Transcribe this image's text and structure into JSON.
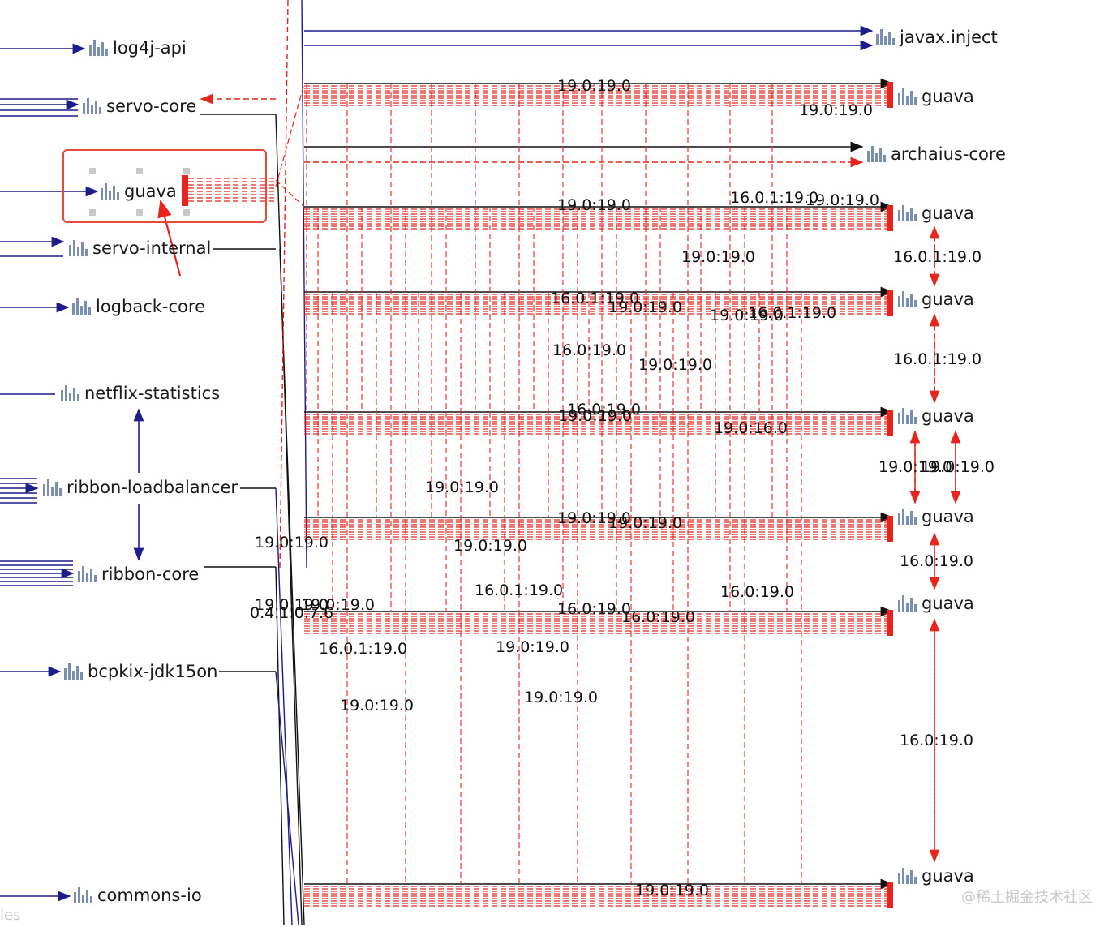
{
  "nodes": {
    "log4j_api": "log4j-api",
    "servo_core": "servo-core",
    "guava_selected": "guava",
    "servo_internal": "servo-internal",
    "logback_core": "logback-core",
    "netflix_statistics": "netflix-statistics",
    "ribbon_loadbalancer": "ribbon-loadbalancer",
    "ribbon_core": "ribbon-core",
    "bcpkix": "bcpkix-jdk15on",
    "commons_io": "commons-io",
    "javax_inject": "javax.inject",
    "guava_1": "guava",
    "archaius_core": "archaius-core",
    "guava_2": "guava",
    "guava_3": "guava",
    "guava_4": "guava",
    "guava_5": "guava",
    "guava_6": "guava",
    "guava_7": "guava"
  },
  "edge_labels": [
    "19.0:19.0",
    "19.0:19.0",
    "16.0.1:19.0",
    "19.0:19.0",
    "19.0:19.0",
    "16.0.1:19.0",
    "16.0.1:19.0",
    "19.0:19.0",
    "19.0:19.0",
    "16.0.1:19.0",
    "16.0:19.0",
    "19.0:19.0",
    "16.0.1:19.0",
    "16.0:19.0",
    "19.0:19.0",
    "19.0:16.0",
    "19.0:19.0",
    "19.0:19.0",
    "19.0:19.0",
    "19.0:19.0",
    "19.0:19.0",
    "16.0:19.0",
    "19.0:19.0",
    "19.0:19.0",
    "16.0.1:19.0",
    "16.0:19.0",
    "16.0:19.0",
    "16.0:19.0",
    "19.0:19.0",
    "19.0:19.0",
    "0.4.1:0.7.6",
    "16.0.1:19.0",
    "19.0:19.0",
    "19.0:19.0",
    "19.0:19.0",
    "19.0:19.0",
    "16.0:19.0",
    "19.0:19.0"
  ],
  "watermark": "@稀土掘金技术社区",
  "clipped_text": "les",
  "colors": {
    "conflict": "#e8241c",
    "dependency": "#1c1c8a",
    "resolved": "#111111",
    "selection": "#e64a3a",
    "icon": "#7a8fb0"
  },
  "icons": {
    "module": "bar-chart-icon"
  }
}
